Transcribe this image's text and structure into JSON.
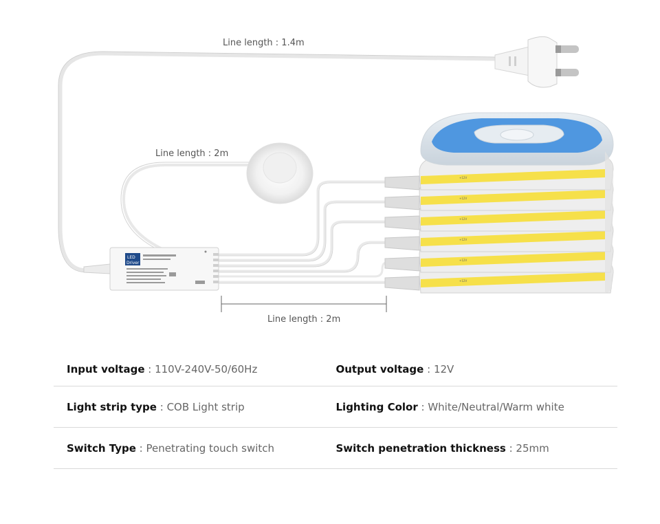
{
  "diagram": {
    "plug_cable_label": "Line length : 1.4m",
    "switch_cable_label": "Line length : 2m",
    "output_cable_label": "Line length : 2m",
    "driver": {
      "badge_line1": "LED",
      "badge_line2": "Driver",
      "strip_label": "+12V"
    }
  },
  "specs": [
    {
      "left": {
        "label": "Input voltage",
        "sep": " : ",
        "value": "110V-240V-50/60Hz"
      },
      "right": {
        "label": "Output voltage",
        "sep": " : ",
        "value": "12V"
      }
    },
    {
      "left": {
        "label": "Light strip type",
        "sep": " : ",
        "value": "COB Light strip"
      },
      "right": {
        "label": "Lighting Color",
        "sep": " : ",
        "value": "White/Neutral/Warm white"
      }
    },
    {
      "left": {
        "label": "Switch Type",
        "sep": " : ",
        "value": "Penetrating touch switch"
      },
      "right": {
        "label": "Switch penetration thickness",
        "sep": " : ",
        "value": "25mm"
      }
    }
  ],
  "colors": {
    "strip_yellow": "#f6e04a",
    "strip_blue": "#4f97e0",
    "driver_badge": "#1f4a8a"
  }
}
